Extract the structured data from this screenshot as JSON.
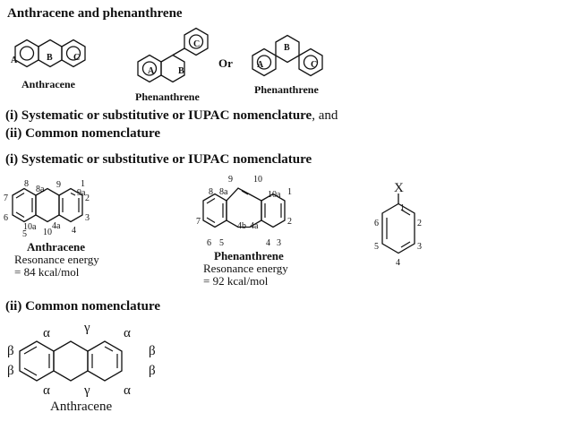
{
  "title": "Anthracene and phenanthrene",
  "fig1": {
    "anthracene_rings": [
      "A",
      "B",
      "C"
    ],
    "anthracene_caption": "Anthracene",
    "phen1_rings": [
      "A",
      "B",
      "C"
    ],
    "phen1_caption": "Phenanthrene",
    "or_label": "Or",
    "phen2_rings": [
      "A",
      "B",
      "C"
    ],
    "phen2_caption": "Phenanthrene"
  },
  "list": {
    "item1_prefix": "(i)",
    "item1_bold": "Systematic or substitutive or IUPAC nomenclature",
    "item1_suffix": ", and",
    "item2_prefix": "(ii)",
    "item2_bold": "Common nomenclature"
  },
  "section1_heading": "(i) Systematic or substitutive or IUPAC nomenclature",
  "anthracene_numbered": {
    "positions": [
      "1",
      "2",
      "3",
      "4",
      "4a",
      "10",
      "10a",
      "5",
      "6",
      "7",
      "8",
      "8a",
      "9",
      "9a"
    ],
    "caption": "Anthracene",
    "energy_label": "Resonance energy",
    "energy_value": "= 84 kcal/mol"
  },
  "phenanthrene_numbered": {
    "positions": [
      "1",
      "2",
      "3",
      "4",
      "4a",
      "4b",
      "5",
      "6",
      "7",
      "8",
      "8a",
      "9",
      "10",
      "10a"
    ],
    "caption": "Phenanthrene",
    "energy_label": "Resonance energy",
    "energy_value": "= 92 kcal/mol"
  },
  "benzene": {
    "substituent": "X",
    "positions": [
      "1",
      "2",
      "3",
      "4",
      "5",
      "6"
    ]
  },
  "section2_heading": "(ii) Common nomenclature",
  "anthracene_common": {
    "alpha": "α",
    "beta": "β",
    "gamma": "γ",
    "caption": "Anthracene"
  }
}
